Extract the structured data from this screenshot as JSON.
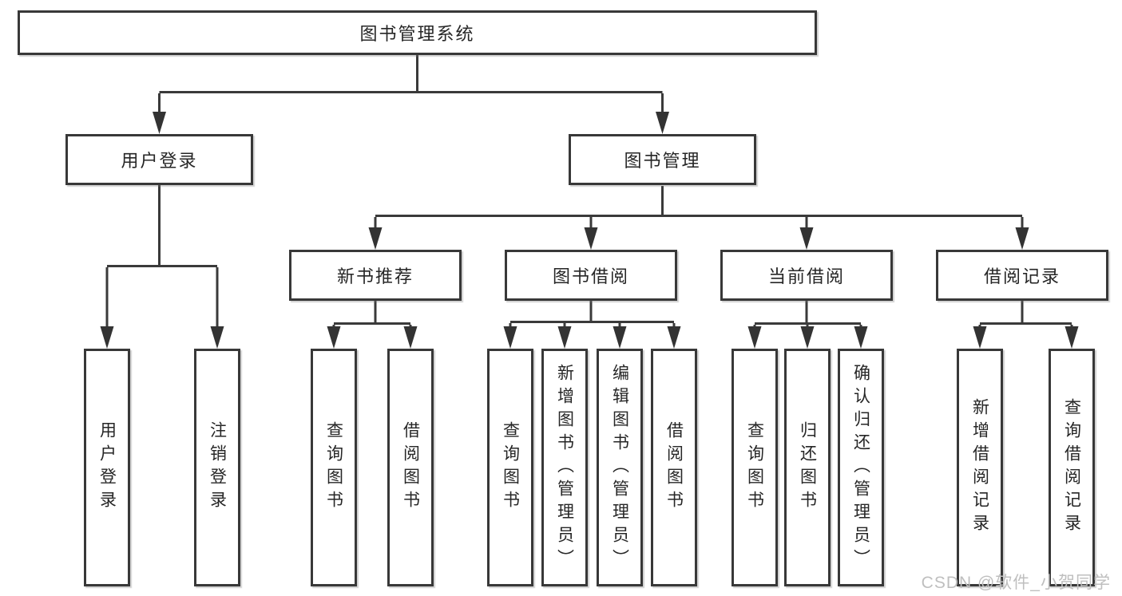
{
  "diagram": {
    "root": {
      "label": "图书管理系统"
    },
    "level2": [
      {
        "label": "用户登录"
      },
      {
        "label": "图书管理"
      }
    ],
    "level3": [
      {
        "label": "新书推荐"
      },
      {
        "label": "图书借阅"
      },
      {
        "label": "当前借阅"
      },
      {
        "label": "借阅记录"
      }
    ],
    "leaves": [
      {
        "label": "用户登录"
      },
      {
        "label": "注销登录"
      },
      {
        "label": "查询图书"
      },
      {
        "label": "借阅图书"
      },
      {
        "label": "查询图书"
      },
      {
        "label": "新增图书（管理员）"
      },
      {
        "label": "编辑图书（管理员）"
      },
      {
        "label": "借阅图书"
      },
      {
        "label": "查询图书"
      },
      {
        "label": "归还图书"
      },
      {
        "label": "确认归还（管理员）"
      },
      {
        "label": "新增借阅记录"
      },
      {
        "label": "查询借阅记录"
      }
    ]
  },
  "watermark": {
    "text": "CSDN @软件_小贺同学"
  },
  "colors": {
    "line": "#3a3a3a",
    "box_border": "#383838",
    "text": "#262626",
    "watermark": "#bfbfbf",
    "background": "#ffffff"
  }
}
